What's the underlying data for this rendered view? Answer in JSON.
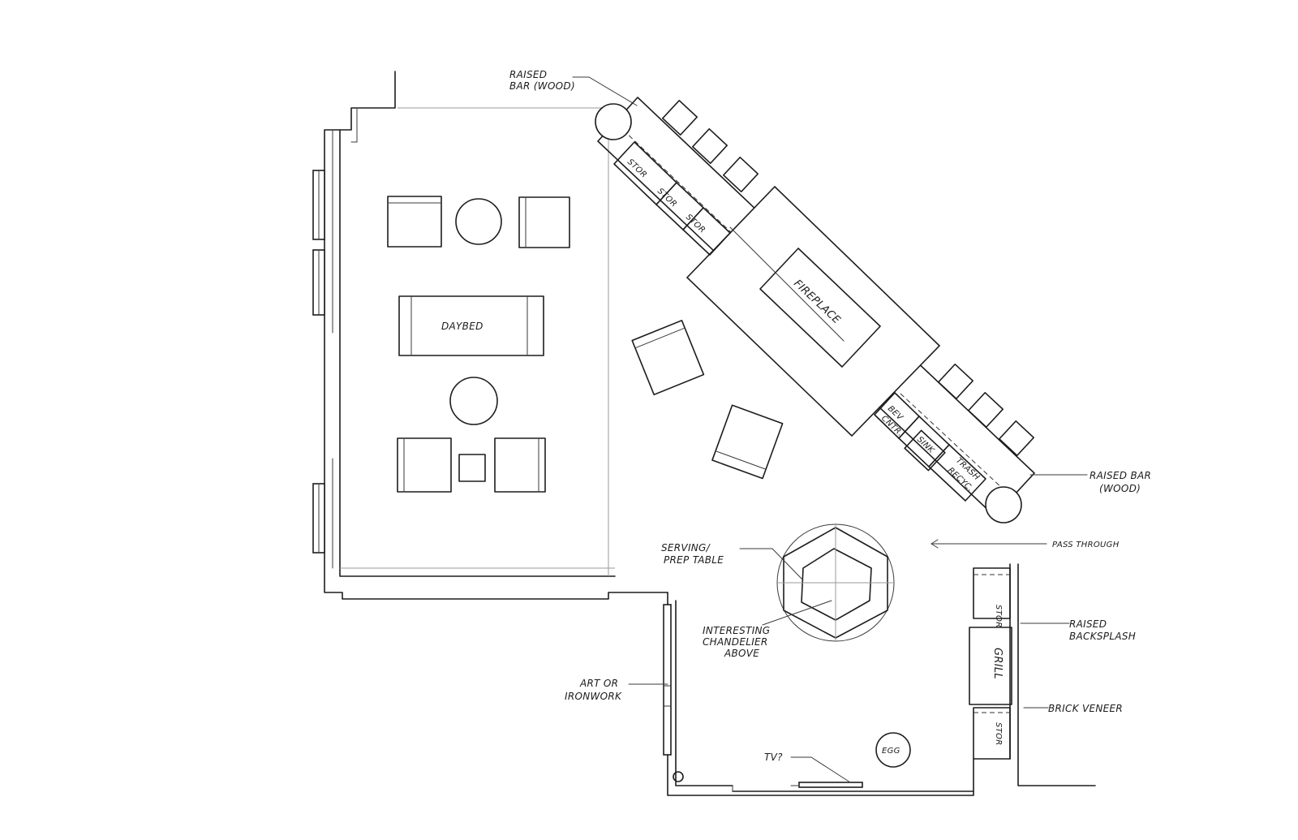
{
  "labels": {
    "raised_bar_top": [
      "RAISED",
      "BAR (WOOD)"
    ],
    "raised_bar_right": [
      "RAISED BAR",
      "(WOOD)"
    ],
    "stor": "STOR",
    "fireplace": "FIREPLACE",
    "daybed": "DAYBED",
    "bev_cntr": [
      "BEV",
      "CNTR."
    ],
    "sink": "SINK",
    "trash": [
      "TRASH",
      "RECYC."
    ],
    "pass_through": "PASS THROUGH",
    "serving": [
      "SERVING/",
      "PREP TABLE"
    ],
    "chandelier": [
      "INTERESTING",
      "CHANDELIER",
      "ABOVE"
    ],
    "raised_backsplash": [
      "RAISED",
      "BACKSPLASH"
    ],
    "grill": "GRILL",
    "brick_veneer": "BRICK VENEER",
    "art": [
      "ART OR",
      "IRONWORK"
    ],
    "tv": "TV?",
    "egg": "EGG"
  }
}
